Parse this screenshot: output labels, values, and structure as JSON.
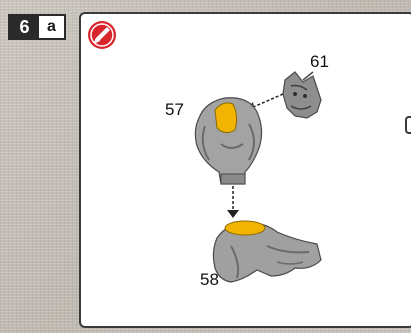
{
  "step": {
    "number": "6",
    "sub": "a"
  },
  "icon": "paint-brush-icon",
  "parts": [
    {
      "id": "61",
      "label": "61"
    },
    {
      "id": "57",
      "label": "57"
    },
    {
      "id": "58",
      "label": "58"
    }
  ],
  "colors": {
    "accent_yellow": "#f2b400",
    "icon_red": "#d9262c",
    "figure_grey": "#9a9a9a"
  }
}
